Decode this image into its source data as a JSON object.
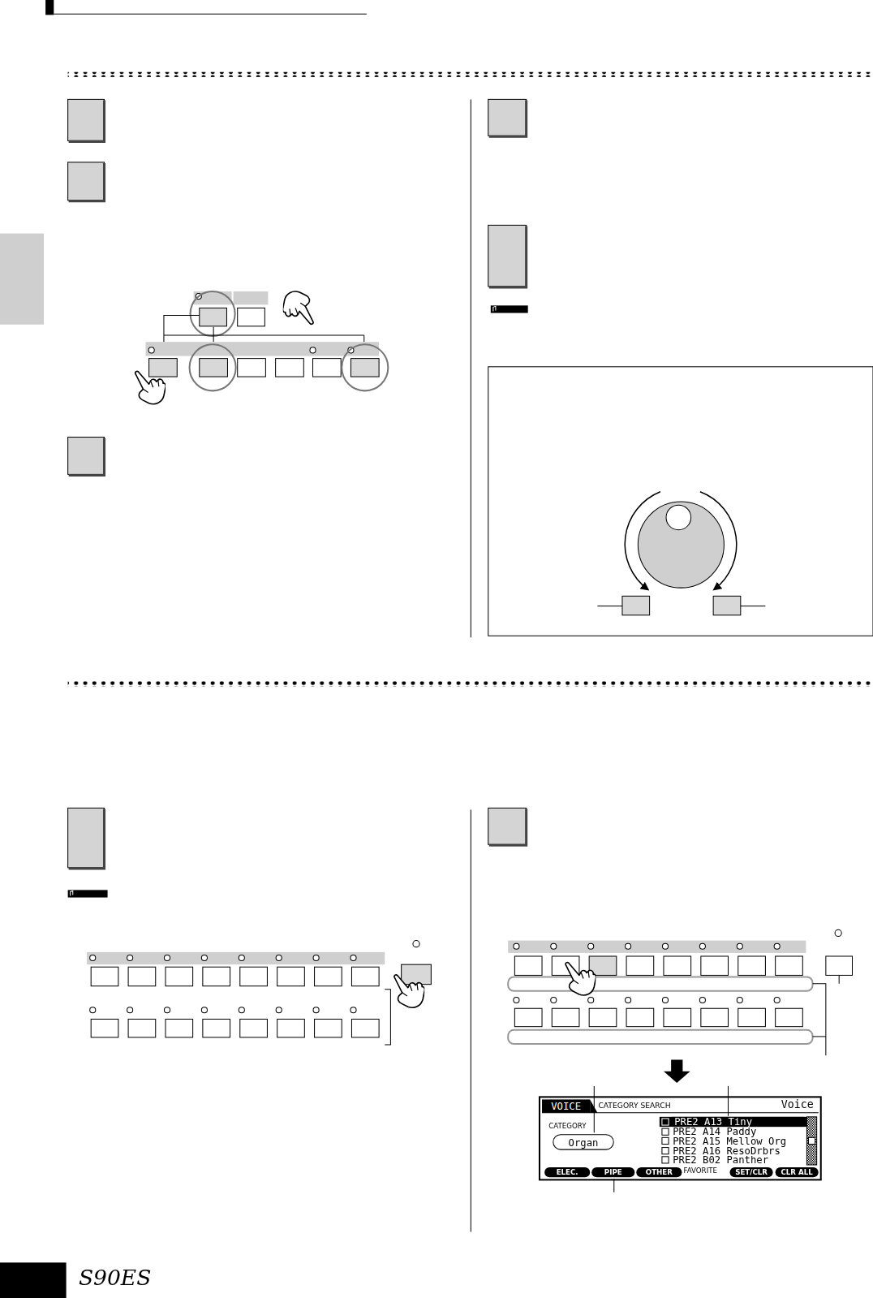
{
  "diagram": {
    "nodes": [
      {
        "text": [
          "VOICE"
        ]
      },
      {
        "text": [
          "Organ"
        ]
      },
      {
        "text": [
          "PRE2 A13 Tiny"
        ]
      },
      {
        "text": [
          "ELEC."
        ]
      },
      {
        "text": [
          "PIPE"
        ]
      },
      {
        "text": [
          "OTHER"
        ]
      },
      {
        "text": [
          "SET/CLR"
        ]
      },
      {
        "text": [
          "CLR ALL"
        ]
      }
    ],
    "edges": [],
    "labels": [
      "CATEGORY SEARCH",
      "Voice",
      "CATEGORY",
      "PRE2 A14 Paddy",
      "PRE2 A15 Mellow Org",
      "PRE2 A16 ResoDrbrs",
      "PRE2 B02 Panther",
      "FAVORITE",
      "S90ES"
    ]
  }
}
